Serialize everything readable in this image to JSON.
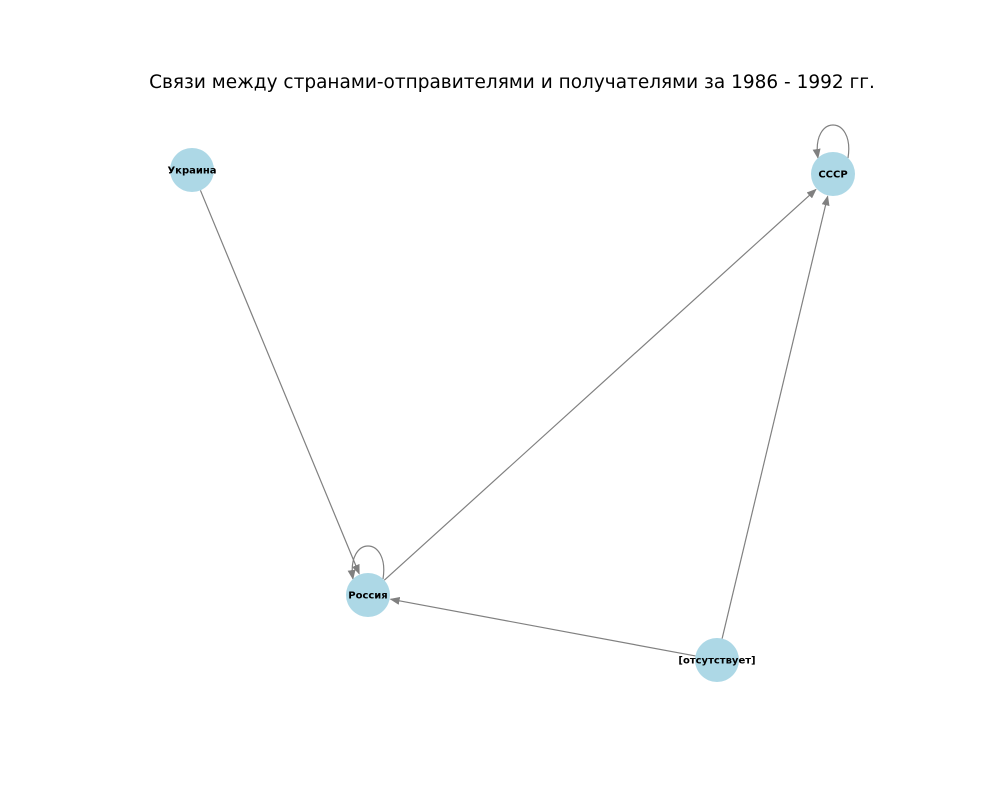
{
  "figure": {
    "title": "Связи между странами-отправителями и получателями за 1986 - 1992 гг."
  },
  "graph": {
    "directed": true,
    "node_color": "#add8e6",
    "edge_color": "#808080",
    "nodes": [
      {
        "id": "ukraine",
        "label": "Украина"
      },
      {
        "id": "ussr",
        "label": "СССР"
      },
      {
        "id": "russia",
        "label": "Россия"
      },
      {
        "id": "absent",
        "label": "[отсутствует]"
      }
    ],
    "edges": [
      {
        "source": "ukraine",
        "target": "russia"
      },
      {
        "source": "russia",
        "target": "russia"
      },
      {
        "source": "russia",
        "target": "ussr"
      },
      {
        "source": "absent",
        "target": "russia"
      },
      {
        "source": "absent",
        "target": "ussr"
      },
      {
        "source": "ussr",
        "target": "ussr"
      }
    ]
  }
}
